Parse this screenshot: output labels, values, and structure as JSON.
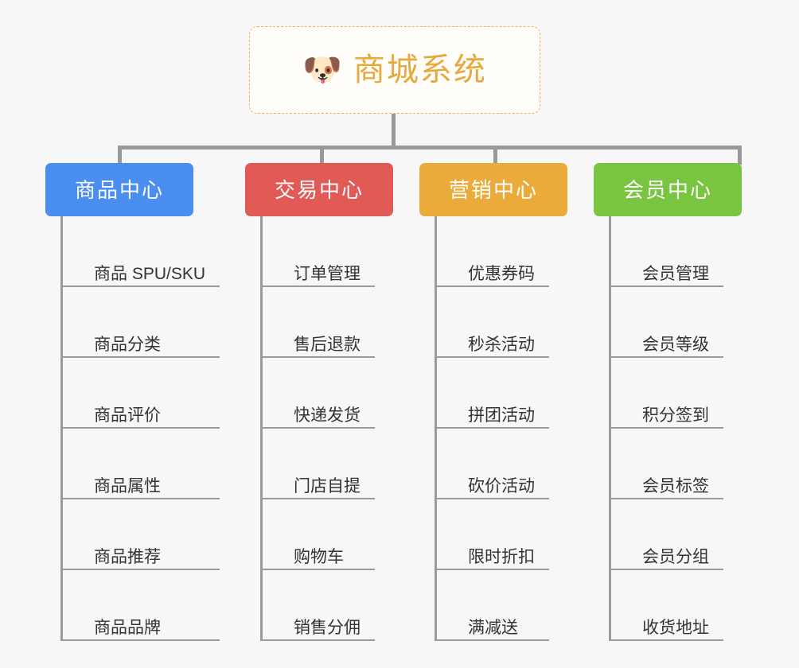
{
  "diagram": {
    "title": "商城系统",
    "background_color": "#f7f7f7",
    "root": {
      "label": "商城系统",
      "icon": "🐶",
      "icon_name": "shiba-dog-icon",
      "text_color": "#e5a93c",
      "border_color": "#eab44f",
      "fill_color": "#fffefb"
    },
    "connector_color": "#999999",
    "columns": [
      {
        "label": "商品中心",
        "color": "#4a8ef0",
        "items": [
          "商品 SPU/SKU",
          "商品分类",
          "商品评价",
          "商品属性",
          "商品推荐",
          "商品品牌"
        ]
      },
      {
        "label": "交易中心",
        "color": "#e25a56",
        "items": [
          "订单管理",
          "售后退款",
          "快递发货",
          "门店自提",
          "购物车",
          "销售分佣"
        ]
      },
      {
        "label": "营销中心",
        "color": "#eaab3a",
        "items": [
          "优惠券码",
          "秒杀活动",
          "拼团活动",
          "砍价活动",
          "限时折扣",
          "满减送"
        ]
      },
      {
        "label": "会员中心",
        "color": "#79c441",
        "items": [
          "会员管理",
          "会员等级",
          "积分签到",
          "会员标签",
          "会员分组",
          "收货地址"
        ]
      }
    ]
  }
}
